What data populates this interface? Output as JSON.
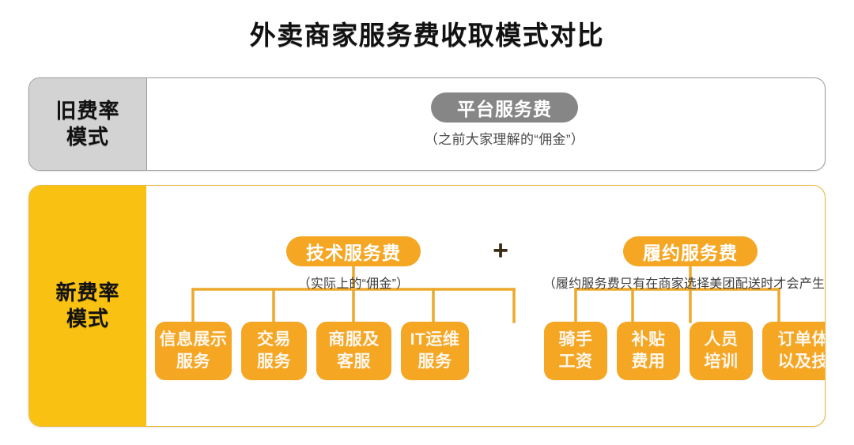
{
  "title": "外卖商家服务费收取模式对比",
  "old_mode": {
    "label": "旧费率\n模式",
    "fee_pill": "平台服务费",
    "fee_note": "（之前大家理解的“佣金”）"
  },
  "new_mode": {
    "label": "新费率\n模式",
    "operator": "+",
    "groups": [
      {
        "pill": "技术服务费",
        "note": "（实际上的“佣金”）",
        "items": [
          "信息展示\n服务",
          "交易\n服务",
          "商服及\n客服",
          "IT运维\n服务"
        ]
      },
      {
        "pill": "履约服务费",
        "note": "（履约服务费只有在商家选择美团配送时才会产生）",
        "items": [
          "骑手\n工资",
          "补贴\n费用",
          "人员\n培训",
          "订单体验处理\n以及技术支持"
        ]
      }
    ]
  },
  "colors": {
    "yellow": "#F9C111",
    "orange": "#F5A623",
    "gray": "#868686",
    "panel_gray": "#D3D3D3",
    "connector": "#EDA92B"
  }
}
